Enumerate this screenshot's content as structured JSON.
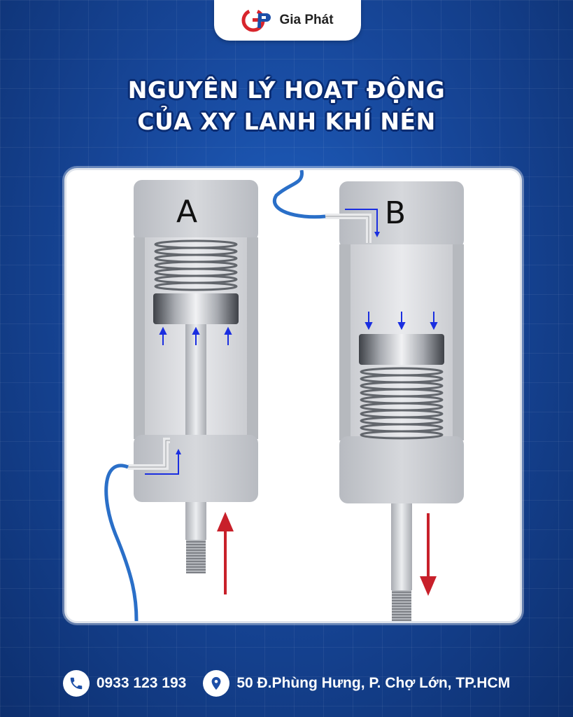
{
  "brand": {
    "name": "Gia Phát",
    "logo_text": "GP"
  },
  "title": {
    "line1": "NGUYÊN LÝ HOẠT ĐỘNG",
    "line2": "CỦA XY LANH KHÍ NÉN"
  },
  "diagram": {
    "label_a": "A",
    "label_b": "B",
    "colors": {
      "air_arrow": "#1a2ee0",
      "motion_arrow": "#c8202a",
      "hose": "#2a6fc8",
      "cylinder": "#c9ccd1"
    }
  },
  "footer": {
    "phone": {
      "icon": "phone-icon",
      "text": "0933 123 193"
    },
    "address": {
      "icon": "location-pin-icon",
      "text": "50 Đ.Phùng Hưng, P. Chợ Lớn, TP.HCM"
    }
  },
  "colors": {
    "background": "#17479a",
    "title_stroke": "#0a2c72",
    "logo_red": "#d8252c",
    "logo_blue": "#1d4fa8"
  }
}
